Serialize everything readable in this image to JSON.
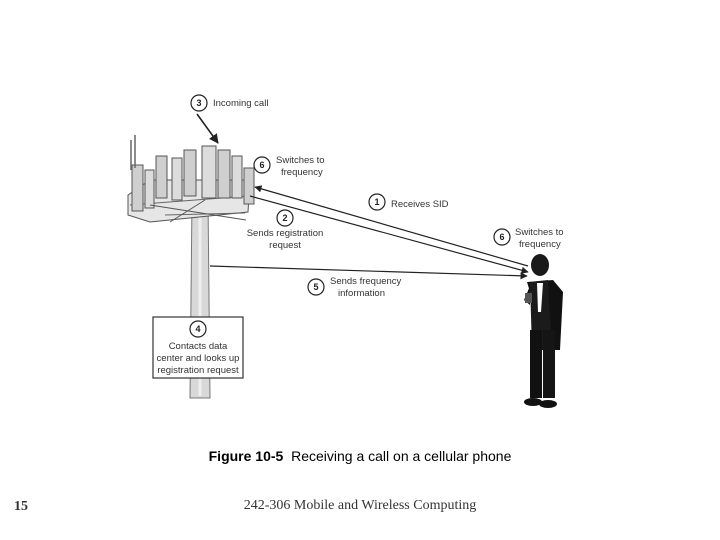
{
  "diagram": {
    "steps": [
      {
        "number": "1",
        "label_lines": [
          "Receives SID"
        ]
      },
      {
        "number": "2",
        "label_lines": [
          "Sends registration",
          "request"
        ]
      },
      {
        "number": "3",
        "label_lines": [
          "Incoming call"
        ]
      },
      {
        "number": "4",
        "label_lines": [
          "Contacts data",
          "center and looks up",
          "registration request"
        ]
      },
      {
        "number": "5",
        "label_lines": [
          "Sends frequency",
          "information"
        ]
      },
      {
        "number": "6",
        "label_lines": [
          "Switches to",
          "frequency"
        ]
      }
    ],
    "step6_phone": {
      "number": "6",
      "label_lines": [
        "Switches to",
        "frequency"
      ]
    }
  },
  "caption": {
    "figure": "Figure 10-5",
    "text": "Receiving a call on a cellular phone"
  },
  "footer": {
    "page": "15",
    "course": "242-306 Mobile and Wireless Computing"
  }
}
